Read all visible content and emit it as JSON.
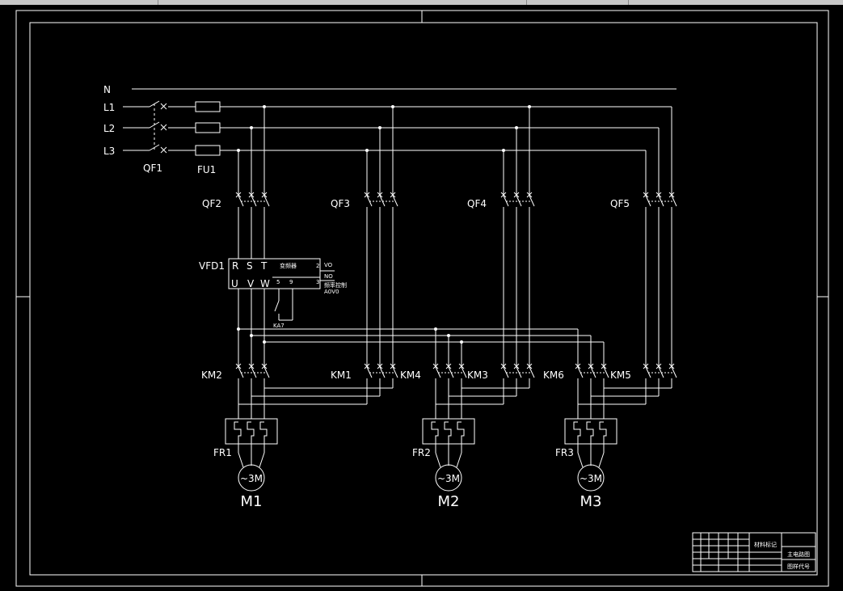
{
  "labels": {
    "n": "N",
    "l1": "L1",
    "l2": "L2",
    "l3": "L3",
    "qf1": "QF1",
    "fu1": "FU1",
    "qf2": "QF2",
    "qf3": "QF3",
    "qf4": "QF4",
    "qf5": "QF5",
    "vfd": "VFD1",
    "vfd_r": "R",
    "vfd_s": "S",
    "vfd_t": "T",
    "vfd_u": "U",
    "vfd_v": "V",
    "vfd_w": "W",
    "vfd_5": "5",
    "vfd_9": "9",
    "vfd_2": "2",
    "vfd_3": "3",
    "vfd_name": "变频器",
    "vfd_vo": "VO",
    "vfd_no": "NO",
    "vfd_ctrl": "频率控制",
    "vfd_range": "A0V0",
    "ka7": "KA7",
    "km1": "KM1",
    "km2": "KM2",
    "km3": "KM3",
    "km4": "KM4",
    "km5": "KM5",
    "km6": "KM6",
    "fr1": "FR1",
    "fr2": "FR2",
    "fr3": "FR3",
    "motor_symbol": "~3M",
    "m1": "M1",
    "m2": "M2",
    "m3": "M3"
  },
  "title_block": {
    "field_a": "材料标记",
    "field_b": "主电路图",
    "field_c": "图样代号"
  },
  "colors": {
    "background": "#000000",
    "line": "#ffffff",
    "strip": "#c8c8c8"
  }
}
